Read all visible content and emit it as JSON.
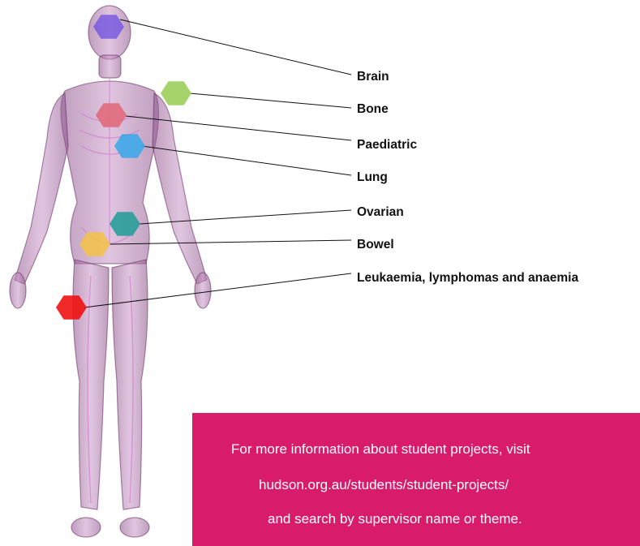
{
  "colors": {
    "body_tint": "#b36fa8",
    "panel_background": "#d81b6a",
    "panel_text": "#ffffff",
    "label_text": "#111111"
  },
  "markers": [
    {
      "name": "brain-marker",
      "color": "#6b4fe0"
    },
    {
      "name": "bone-marker",
      "color": "#9ccf5a"
    },
    {
      "name": "paediatric-marker",
      "color": "#e06c7c"
    },
    {
      "name": "lung-marker",
      "color": "#3fa9e8"
    },
    {
      "name": "ovarian-marker",
      "color": "#2a9e9a"
    },
    {
      "name": "bowel-marker",
      "color": "#f2c14e"
    },
    {
      "name": "leukaemia-marker",
      "color": "#ee1111"
    }
  ],
  "labels": {
    "brain": "Brain",
    "bone": "Bone",
    "paediatric": "Paediatric",
    "lung": "Lung",
    "ovarian": "Ovarian",
    "bowel": "Bowel",
    "leukaemia": "Leukaemia, lymphomas and anaemia"
  },
  "info_panel": {
    "line1": "For more information about student projects, visit",
    "line2": "hudson.org.au/students/student-projects/",
    "line3": "and search by supervisor name or theme."
  }
}
